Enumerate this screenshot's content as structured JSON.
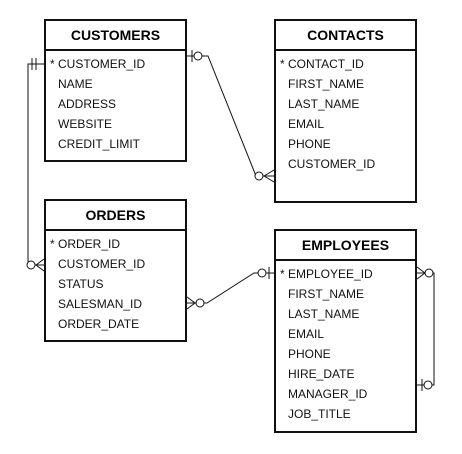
{
  "tables": {
    "customers": {
      "title": "CUSTOMERS",
      "columns": [
        {
          "name": "CUSTOMER_ID",
          "pk": true
        },
        {
          "name": "NAME",
          "pk": false
        },
        {
          "name": "ADDRESS",
          "pk": false
        },
        {
          "name": "WEBSITE",
          "pk": false
        },
        {
          "name": "CREDIT_LIMIT",
          "pk": false
        }
      ]
    },
    "contacts": {
      "title": "CONTACTS",
      "columns": [
        {
          "name": "CONTACT_ID",
          "pk": true
        },
        {
          "name": "FIRST_NAME",
          "pk": false
        },
        {
          "name": "LAST_NAME",
          "pk": false
        },
        {
          "name": "EMAIL",
          "pk": false
        },
        {
          "name": "PHONE",
          "pk": false
        },
        {
          "name": "CUSTOMER_ID",
          "pk": false
        }
      ]
    },
    "orders": {
      "title": "ORDERS",
      "columns": [
        {
          "name": "ORDER_ID",
          "pk": true
        },
        {
          "name": "CUSTOMER_ID",
          "pk": false
        },
        {
          "name": "STATUS",
          "pk": false
        },
        {
          "name": "SALESMAN_ID",
          "pk": false
        },
        {
          "name": "ORDER_DATE",
          "pk": false
        }
      ]
    },
    "employees": {
      "title": "EMPLOYEES",
      "columns": [
        {
          "name": "EMPLOYEE_ID",
          "pk": true
        },
        {
          "name": "FIRST_NAME",
          "pk": false
        },
        {
          "name": "LAST_NAME",
          "pk": false
        },
        {
          "name": "EMAIL",
          "pk": false
        },
        {
          "name": "PHONE",
          "pk": false
        },
        {
          "name": "HIRE_DATE",
          "pk": false
        },
        {
          "name": "MANAGER_ID",
          "pk": false
        },
        {
          "name": "JOB_TITLE",
          "pk": false
        }
      ]
    }
  },
  "pk_marker": "*",
  "relationships": [
    {
      "from": "customers",
      "to": "contacts",
      "from_end": "zero-or-one",
      "to_end": "zero-or-many"
    },
    {
      "from": "customers",
      "to": "orders",
      "from_end": "exactly-one",
      "to_end": "zero-or-many"
    },
    {
      "from": "employees",
      "to": "orders",
      "from_end": "zero-or-one",
      "to_end": "zero-or-many"
    },
    {
      "from": "employees",
      "to": "employees",
      "from_end": "zero-or-one",
      "to_end": "zero-or-many"
    }
  ],
  "colors": {
    "line": "#111111",
    "background": "#ffffff"
  }
}
